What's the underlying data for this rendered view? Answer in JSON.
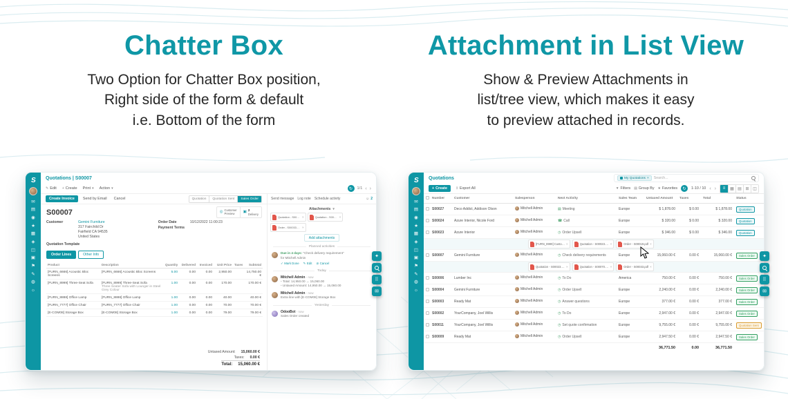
{
  "hero": {
    "left": {
      "title": "Chatter Box",
      "lines": [
        "Two Option for Chatter Box position,",
        "Right side of the form & default",
        "i.e. Bottom of the form"
      ]
    },
    "right": {
      "title": "Attachment in List View",
      "lines": [
        "Show & Preview Attachments in",
        "list/tree view, which makes it easy",
        "to preview attached in records."
      ]
    }
  },
  "icons": {
    "sidebar": [
      "✉",
      "▤",
      "◉",
      "★",
      "▦",
      "◈",
      "◫",
      "▣",
      "⚑",
      "✎",
      "◍",
      "☼"
    ],
    "logo": "S",
    "refresh": "↻",
    "chevron_left": "‹",
    "chevron_right": "›",
    "chevron_down": "▾",
    "caret_down": "▼",
    "close": "×",
    "plus": "+",
    "pencil": "✎",
    "layers": "▤",
    "favorite": "★",
    "export": "↥",
    "check": "✓",
    "ban": "⊘",
    "person": "☺",
    "preview": "◎",
    "delivery": "▣",
    "views": {
      "list": "≡",
      "kanban": "▦",
      "calendar": "▤",
      "pivot": "⊞",
      "graph": "◫"
    },
    "activity": {
      "meeting": "▤",
      "call": "☎",
      "clock": "◷"
    },
    "float": {
      "star": "✦",
      "grid": "⠿",
      "mail": "✉"
    }
  },
  "chatter_view": {
    "breadcrumb": "Quotations | S00007",
    "toolbar": {
      "edit": "Edit",
      "create": "Create",
      "print": "Print",
      "action": "Action",
      "pager": "1/1"
    },
    "buttons": {
      "create_invoice": "Create Invoice",
      "send_by_email": "Send by Email",
      "cancel": "Cancel"
    },
    "statusbar": [
      "Quotation",
      "Quotation Sent",
      "Sales Order"
    ],
    "smart_buttons": {
      "customer_preview_1": "Customer",
      "customer_preview_2": "Preview",
      "delivery_count": "2",
      "delivery_label": "Delivery"
    },
    "form": {
      "name": "S00007",
      "customer_label": "Customer",
      "customer_name": "Gemini Furniture",
      "address": [
        "317 Fairchild Dr",
        "Fairfield CA 94535",
        "United States"
      ],
      "order_date_label": "Order Date",
      "order_date": "10/12/2022 11:00:23",
      "payment_terms_label": "Payment Terms",
      "quotation_template_label": "Quotation Template",
      "tab_order_lines": "Order Lines",
      "tab_other_info": "Other Info"
    },
    "order_lines": {
      "headers": [
        "Product",
        "Description",
        "Quantity",
        "Delivered",
        "Invoiced",
        "Unit Price",
        "Taxes",
        "Subtotal"
      ],
      "rows": [
        {
          "product": "[FURN_6666] Acoustic Bloc Screens",
          "desc": "[FURN_6666] Acoustic Bloc Screens",
          "desc2": "",
          "qty": "5.00",
          "delivered": "0.00",
          "invoiced": "0.00",
          "price": "2,950.00",
          "taxes": "",
          "subtotal": "14,750.00 €"
        },
        {
          "product": "[FURN_8999] Three-Seat Sofa",
          "desc": "[FURN_8999] Three-Seat Sofa",
          "desc2": "Three Seater Sofa with Lounger in Steel Grey Colour",
          "qty": "1.00",
          "delivered": "0.00",
          "invoiced": "0.00",
          "price": "170.00",
          "taxes": "",
          "subtotal": "170.00 €"
        },
        {
          "product": "[FURN_8888] Office Lamp",
          "desc": "[FURN_8888] Office Lamp",
          "desc2": "",
          "qty": "1.00",
          "delivered": "0.00",
          "invoiced": "0.00",
          "price": "40.00",
          "taxes": "",
          "subtotal": "40.00 €"
        },
        {
          "product": "[FURN_7777] Office Chair",
          "desc": "[FURN_7777] Office Chair",
          "desc2": "",
          "qty": "1.00",
          "delivered": "0.00",
          "invoiced": "0.00",
          "price": "70.00",
          "taxes": "",
          "subtotal": "70.00 €"
        },
        {
          "product": "[E-COM08] Storage Box",
          "desc": "[E-COM08] Storage Box",
          "desc2": "",
          "qty": "1.00",
          "delivered": "0.00",
          "invoiced": "0.00",
          "price": "79.00",
          "taxes": "",
          "subtotal": "79.00 €"
        }
      ],
      "totals": {
        "untaxed_label": "Untaxed Amount:",
        "untaxed": "15,060.00 €",
        "taxes_label": "Taxes:",
        "taxes": "0.00 €",
        "total_label": "Total:",
        "total": "15,060.00 €"
      }
    },
    "chatter": {
      "send_message": "Send message",
      "log_note": "Log note",
      "schedule_activity": "Schedule activity",
      "follower_count": "2",
      "attachments_title": "Attachments",
      "attachments": [
        "Quotation - S00023.pdf",
        "Quotation - S00070.pdf",
        "Order - S00033.pdf"
      ],
      "add_attachments": "Add attachments",
      "planned_activities": "Planned activities",
      "activity": {
        "due": "Due in 4 days:",
        "summary": "\"Check delivery requirement\"",
        "assignee": "for Mitchell Admin",
        "mark_done": "Mark Done",
        "edit": "Edit",
        "cancel": "Cancel"
      },
      "today": "Today",
      "yesterday": "Yesterday",
      "messages": [
        {
          "author": "Mitchell Admin",
          "time": "- now",
          "lines": [
            "Total: 14,950.00 → 15,060.00",
            "Untaxed Amount: 14,950.00 → 15,060.00"
          ]
        },
        {
          "author": "Mitchell Admin",
          "time": "- now",
          "lines": [
            "Extra line with [E-COM08] Storage Box"
          ]
        },
        {
          "author": "OdooBot",
          "time": "- now",
          "lines": [
            "Sales Order created"
          ]
        }
      ]
    }
  },
  "list_view": {
    "breadcrumb": "Quotations",
    "search": {
      "facet": "My Quotations",
      "placeholder": "Search..."
    },
    "toolbar": {
      "create": "Create",
      "export_all": "Export All",
      "filters": "Filters",
      "group_by": "Group By",
      "favorites": "Favorites",
      "pager": "1-10 / 10"
    },
    "table": {
      "headers": {
        "number": "Number",
        "customer": "Customer",
        "salesperson": "Salesperson",
        "next_activity": "Next Activity",
        "sales_team": "Sales Team",
        "untaxed": "Untaxed Amount",
        "taxes": "Taxes",
        "total": "Total",
        "status": "Status"
      },
      "rows": [
        {
          "number": "S00027",
          "customer": "Deco Addict, Addison Olson",
          "salesperson": "Mitchell Admin",
          "activity": "Meeting",
          "team": "Europe",
          "untaxed": "$ 1,878.00",
          "taxes": "$ 0.00",
          "total": "$ 1,878.00",
          "status": "Quotation"
        },
        {
          "number": "S00024",
          "customer": "Azure Interior, Nicole Ford",
          "salesperson": "Mitchell Admin",
          "activity": "Call",
          "team": "Europe",
          "untaxed": "$ 320.00",
          "taxes": "$ 0.00",
          "total": "$ 320.00",
          "status": "Quotation"
        },
        {
          "number": "S00023",
          "customer": "Azure Interior",
          "salesperson": "Mitchell Admin",
          "activity": "Order Upsell",
          "team": "Europe",
          "untaxed": "$ 346.00",
          "taxes": "$ 0.00",
          "total": "$ 346.00",
          "status": "Quotation",
          "attachments": [
            "[FURN_8999] Customiz...",
            "Quotation - S00023.pdf",
            "Order - S00019.pdf"
          ]
        },
        {
          "number": "S00007",
          "customer": "Gemini Furniture",
          "salesperson": "Mitchell Admin",
          "activity": "Check delivery requirements",
          "team": "Europe",
          "untaxed": "15,060.00 €",
          "taxes": "0.00 €",
          "total": "15,060.00 €",
          "status": "Sales Order",
          "attachments": [
            "Quotation - S00023.pdf",
            "Quotation - S00070.pdf",
            "Order - S00033.pdf"
          ]
        },
        {
          "number": "S00006",
          "customer": "Lumber Inc",
          "salesperson": "Mitchell Admin",
          "activity": "To Do",
          "team": "America",
          "untaxed": "750.00 €",
          "taxes": "0.00 €",
          "total": "750.00 €",
          "status": "Sales Order"
        },
        {
          "number": "S00004",
          "customer": "Gemini Furniture",
          "salesperson": "Mitchell Admin",
          "activity": "Order Upsell",
          "team": "Europe",
          "untaxed": "2,240.00 €",
          "taxes": "0.00 €",
          "total": "2,240.00 €",
          "status": "Sales Order"
        },
        {
          "number": "S00003",
          "customer": "Ready Mat",
          "salesperson": "Mitchell Admin",
          "activity": "Answer questions",
          "team": "Europe",
          "untaxed": "377.00 €",
          "taxes": "0.00 €",
          "total": "377.00 €",
          "status": "Sales Order"
        },
        {
          "number": "S00002",
          "customer": "YourCompany, Joel Willis",
          "salesperson": "Mitchell Admin",
          "activity": "To Do",
          "team": "Europe",
          "untaxed": "2,947.00 €",
          "taxes": "0.00 €",
          "total": "2,947.00 €",
          "status": "Sales Order"
        },
        {
          "number": "S00011",
          "customer": "YourCompany, Joel Willis",
          "salesperson": "Mitchell Admin",
          "activity": "Set quote confirmation",
          "team": "Europe",
          "untaxed": "9,755.00 €",
          "taxes": "0.00 €",
          "total": "9,755.00 €",
          "status": "Quotation Sent"
        },
        {
          "number": "S00009",
          "customer": "Ready Mat",
          "salesperson": "Mitchell Admin",
          "activity": "Order Upsell",
          "team": "Europe",
          "untaxed": "2,947.50 €",
          "taxes": "0.00 €",
          "total": "2,947.50 €",
          "status": "Sales Order"
        }
      ],
      "footer": {
        "untaxed": "36,771.50",
        "taxes": "0.00",
        "total": "36,771.50"
      }
    }
  },
  "colors": {
    "brand_teal": "#0e96a4",
    "badge_green": "#2f9e5f",
    "badge_orange": "#d99a2b",
    "pdf_red": "#e2574c",
    "wave": "#d3e9ee"
  }
}
